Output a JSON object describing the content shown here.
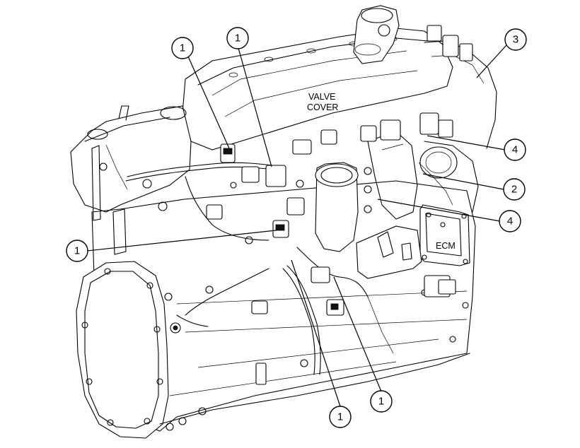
{
  "labels": {
    "valve_cover_line1": "VALVE",
    "valve_cover_line2": "COVER",
    "ecm": "ECM"
  },
  "callouts": [
    "1",
    "1",
    "3",
    "4",
    "2",
    "4",
    "1",
    "1",
    "1"
  ]
}
